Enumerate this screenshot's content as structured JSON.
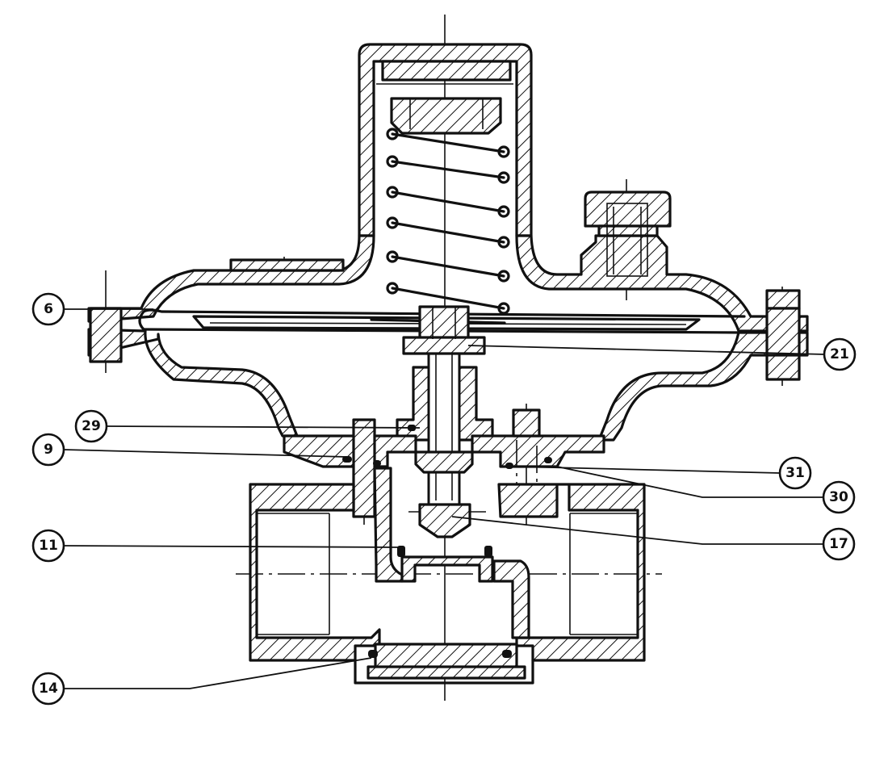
{
  "callouts": [
    {
      "id": "6",
      "label": "6"
    },
    {
      "id": "21",
      "label": "21"
    },
    {
      "id": "29",
      "label": "29"
    },
    {
      "id": "9",
      "label": "9"
    },
    {
      "id": "31",
      "label": "31"
    },
    {
      "id": "30",
      "label": "30"
    },
    {
      "id": "11",
      "label": "11"
    },
    {
      "id": "17",
      "label": "17"
    },
    {
      "id": "14",
      "label": "14"
    }
  ]
}
